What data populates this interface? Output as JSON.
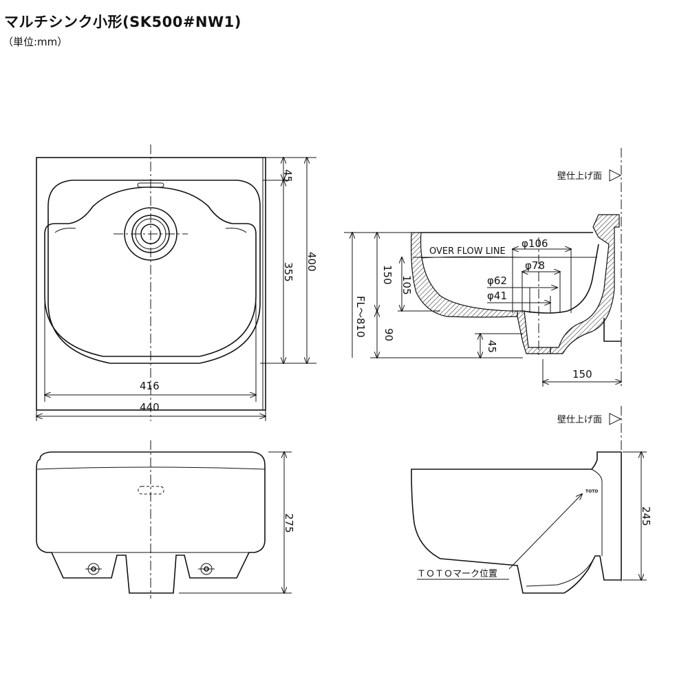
{
  "header": {
    "title": "マルチシンク小形(SK500#NW1)",
    "unit": "（単位:mm）"
  },
  "labels": {
    "wall_surface_top": "壁仕上げ面",
    "wall_surface_bottom": "壁仕上げ面",
    "overflow_line": "OVER FLOW LINE",
    "floor_level": "FL～810",
    "toto_mark_position": "ＴＯＴＯマーク位置",
    "toto_logo": "TOTO"
  },
  "dimensions": {
    "top_45": "45",
    "top_355": "355",
    "top_400": "400",
    "top_416": "416",
    "top_440": "440",
    "sec_phi106": "φ106",
    "sec_phi78": "φ78",
    "sec_phi62": "φ62",
    "sec_phi41": "φ41",
    "sec_150": "150",
    "sec_105": "105",
    "sec_90": "90",
    "sec_45": "45",
    "sec_150_bottom": "150",
    "front_275": "275",
    "side_245": "245"
  },
  "icons": {
    "wall_marker": "triangle-right-icon"
  }
}
